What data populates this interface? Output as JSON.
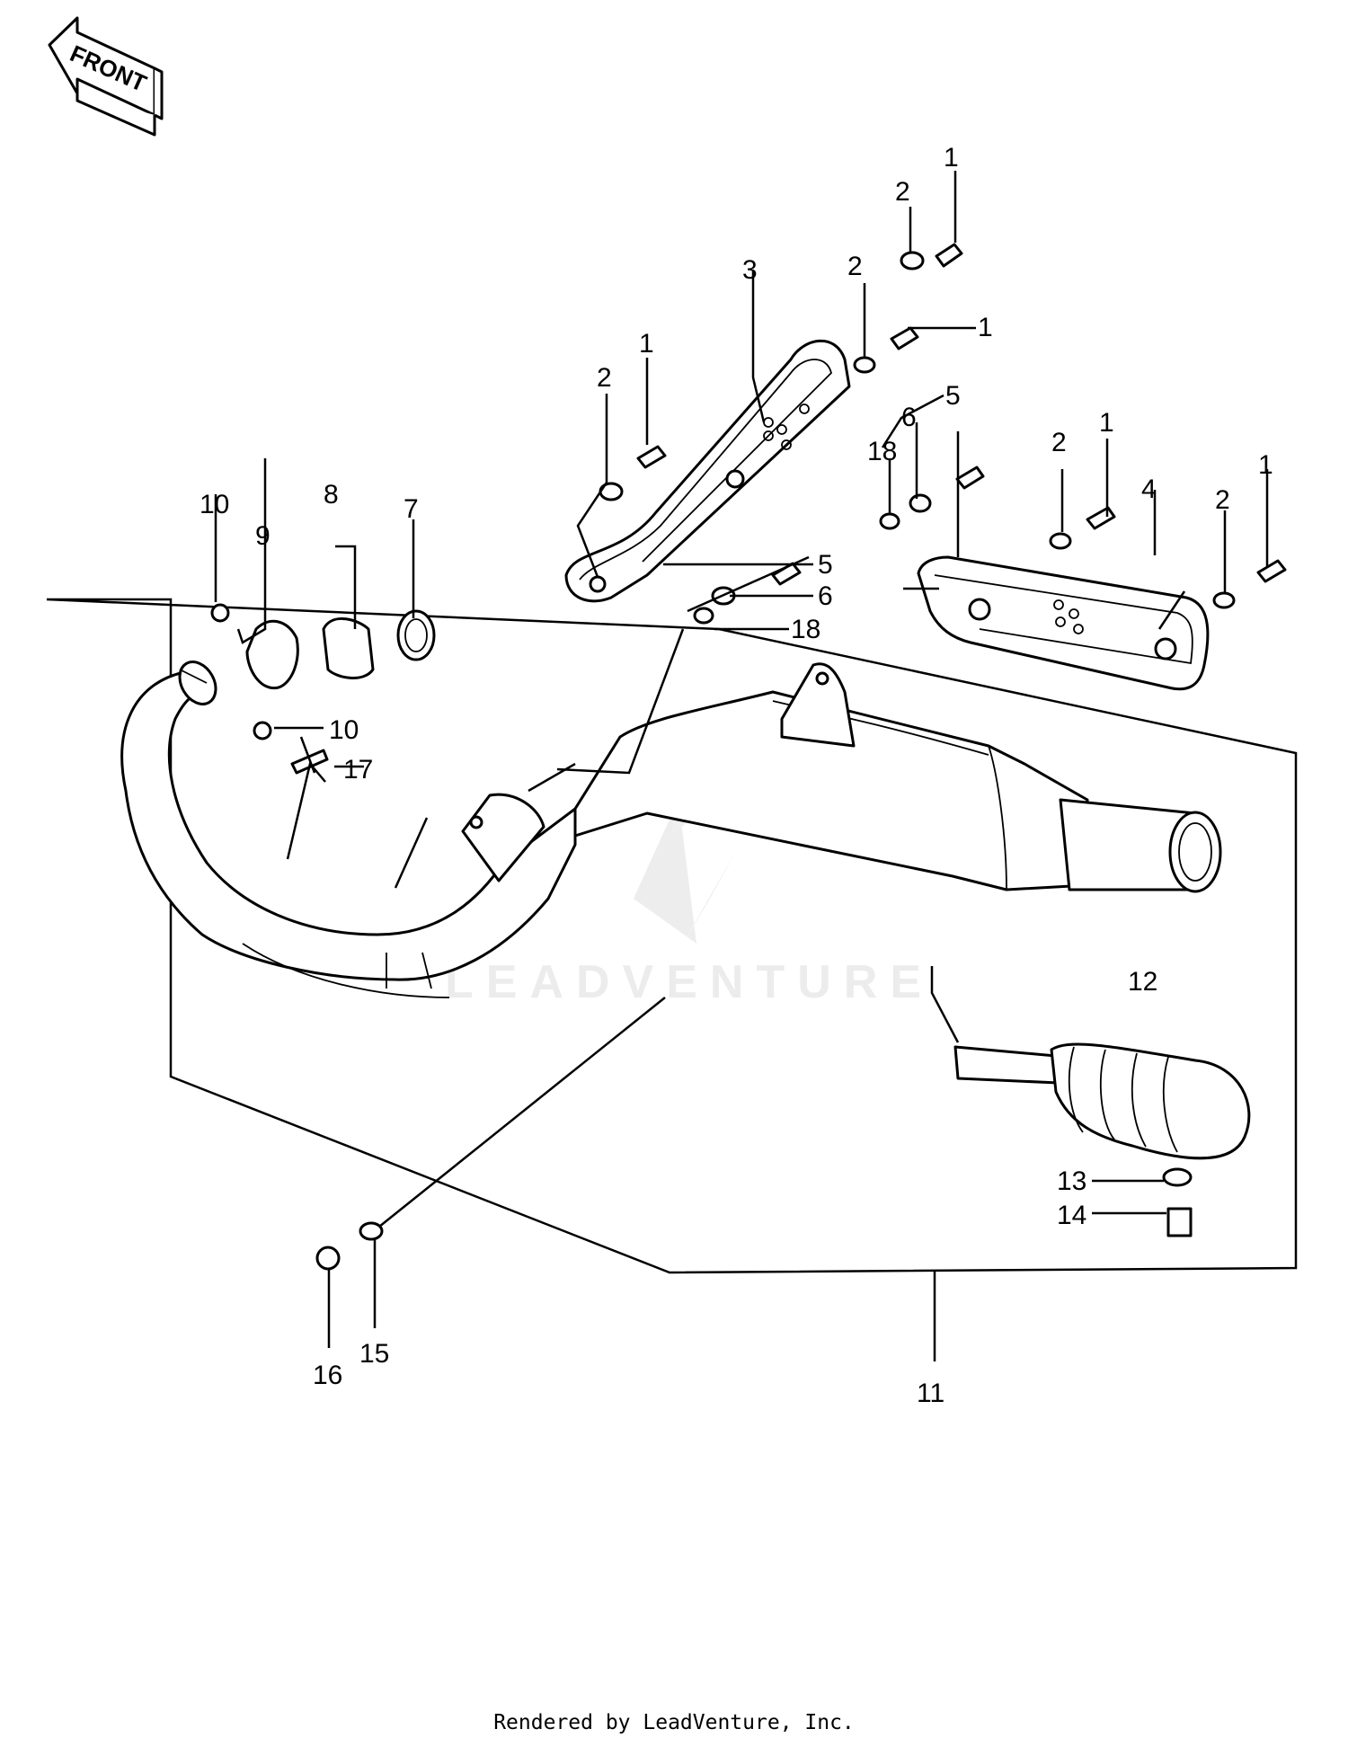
{
  "diagram": {
    "front_label": "FRONT",
    "watermark_text": "LEADVENTURE",
    "footer": "Rendered by LeadVenture, Inc.",
    "callouts": {
      "c1a": "1",
      "c1b": "1",
      "c1c": "1",
      "c1d": "1",
      "c1e": "1",
      "c2a": "2",
      "c2b": "2",
      "c2c": "2",
      "c2d": "2",
      "c2e": "2",
      "c3": "3",
      "c4": "4",
      "c5a": "5",
      "c5b": "5",
      "c6a": "6",
      "c6b": "6",
      "c7": "7",
      "c8": "8",
      "c9": "9",
      "c10a": "10",
      "c10b": "10",
      "c11": "11",
      "c12": "12",
      "c13": "13",
      "c14": "14",
      "c15": "15",
      "c16": "16",
      "c17": "17",
      "c18a": "18",
      "c18b": "18"
    },
    "colors": {
      "ink": "#000000",
      "watermark": "#ececec",
      "paper": "#ffffff"
    }
  }
}
